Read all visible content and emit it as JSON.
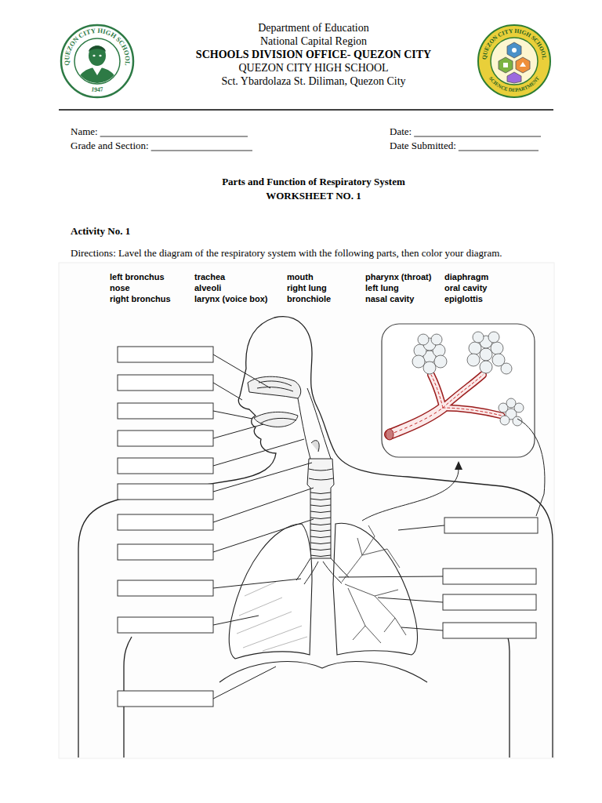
{
  "diagram": {
    "title": "Parts and Function of Respiratory System",
    "labels": [
      "QUEZON CITY HIGH SCHOOL",
      "1947",
      "Department of Education",
      "National Capital Region",
      "SCHOOLS DIVISION OFFICE- QUEZON CITY",
      "QUEZON CITY HIGH SCHOOL",
      "Sct. Ybardolaza St. Diliman, Quezon City",
      "QUEZON CITY HIGH SCHOOL",
      "SCIENCE DEPARTMENT",
      "Name:",
      "Date:",
      "Grade and Section:",
      "Date Submitted:",
      "WORKSHEET NO. 1",
      "Activity No. 1",
      "Directions: Lavel the diagram of the respiratory system with the following parts, then color your diagram.",
      "left bronchus",
      "trachea",
      "mouth",
      "pharynx (throat)",
      "diaphragm",
      "nose",
      "alveoli",
      "right lung",
      "left lung",
      "oral cavity",
      "right bronchus",
      "larynx (voice box)",
      "bronchiole",
      "nasal cavity",
      "epiglottis"
    ]
  }
}
